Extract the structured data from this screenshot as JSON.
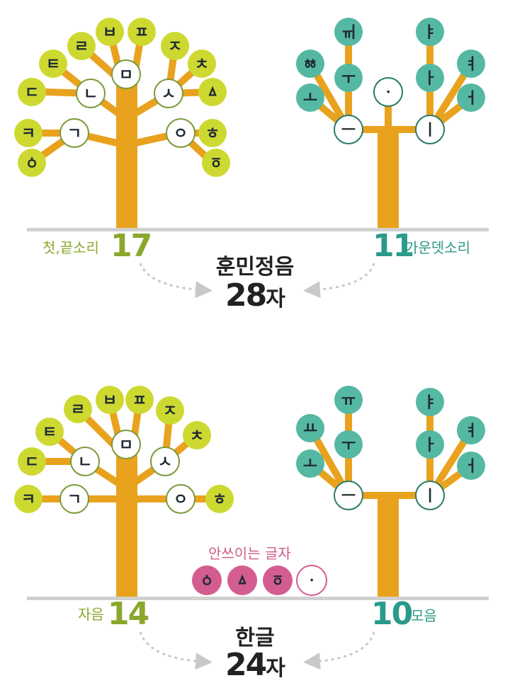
{
  "colors": {
    "trunk": "#e9a21e",
    "lime": "#cdd930",
    "teal": "#55b8a2",
    "pink": "#d35d90",
    "ground": "#d0d0d0",
    "arrow": "#c9c9c9",
    "glyph": "#1f2a33"
  },
  "top": {
    "consonant_label": "첫,끝소리",
    "consonant_count": "17",
    "vowel_count": "11",
    "vowel_label": "가운뎃소리",
    "title": "훈민정음",
    "total_number": "28",
    "total_unit": "자",
    "inner_consonants": [
      "ㄱ",
      "ㄴ",
      "ㅁ",
      "ㅅ",
      "ㅇ"
    ],
    "outer_consonants": [
      "ㆁ",
      "ㅋ",
      "ㄷ",
      "ㅌ",
      "ㄹ",
      "ㅂ",
      "ㅍ",
      "ㅈ",
      "ㅊ",
      "ㅿ",
      "ㅎ",
      "ㆆ"
    ],
    "inner_vowels": [
      "ㅡ",
      "ㆍ",
      "ㅣ"
    ],
    "outer_vowels": [
      "ㅗ",
      "ㆅ",
      "ㅜ",
      "ㆌ",
      "ㅑ",
      "ㅏ",
      "ㅕ",
      "ㅓ"
    ]
  },
  "bottom": {
    "consonant_label": "자음",
    "consonant_count": "14",
    "vowel_count": "10",
    "vowel_label": "모음",
    "title": "한글",
    "total_number": "24",
    "total_unit": "자",
    "unused_label": "안쓰이는 글자",
    "unused_letters": [
      "ㆁ",
      "ㅿ",
      "ㆆ",
      "ㆍ"
    ],
    "inner_consonants": [
      "ㄱ",
      "ㄴ",
      "ㅁ",
      "ㅅ",
      "ㅇ"
    ],
    "outer_consonants": [
      "ㅋ",
      "ㄷ",
      "ㅌ",
      "ㄹ",
      "ㅂ",
      "ㅍ",
      "ㅈ",
      "ㅊ",
      "ㅎ"
    ],
    "inner_vowels": [
      "ㅡ",
      "ㅣ"
    ],
    "outer_vowels": [
      "ㅗ",
      "ㅛ",
      "ㅜ",
      "ㅠ",
      "ㅑ",
      "ㅏ",
      "ㅕ",
      "ㅓ"
    ]
  }
}
